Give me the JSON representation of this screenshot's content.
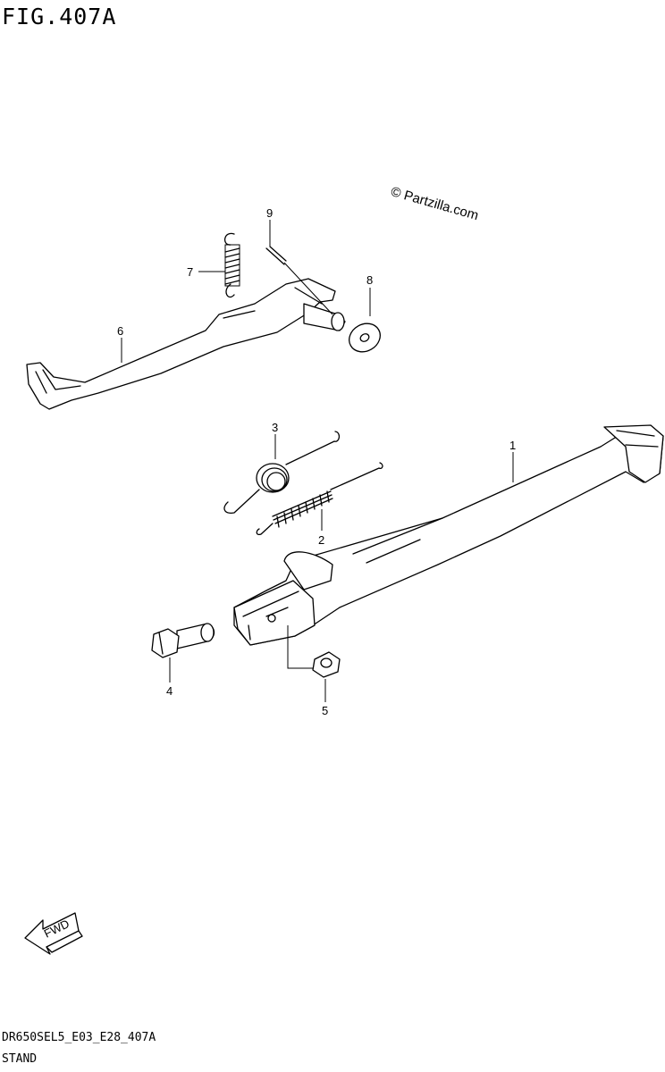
{
  "figure": {
    "title": "FIG.407A"
  },
  "watermark": {
    "text": "© Partzilla.com"
  },
  "fwd_arrow": {
    "label": "FWD"
  },
  "callouts": [
    {
      "number": "1"
    },
    {
      "number": "2"
    },
    {
      "number": "3"
    },
    {
      "number": "4"
    },
    {
      "number": "5"
    },
    {
      "number": "6"
    },
    {
      "number": "7"
    },
    {
      "number": "8"
    },
    {
      "number": "9"
    }
  ],
  "footer": {
    "code": "DR650SEL5_E03_E28_407A",
    "name": "STAND"
  }
}
